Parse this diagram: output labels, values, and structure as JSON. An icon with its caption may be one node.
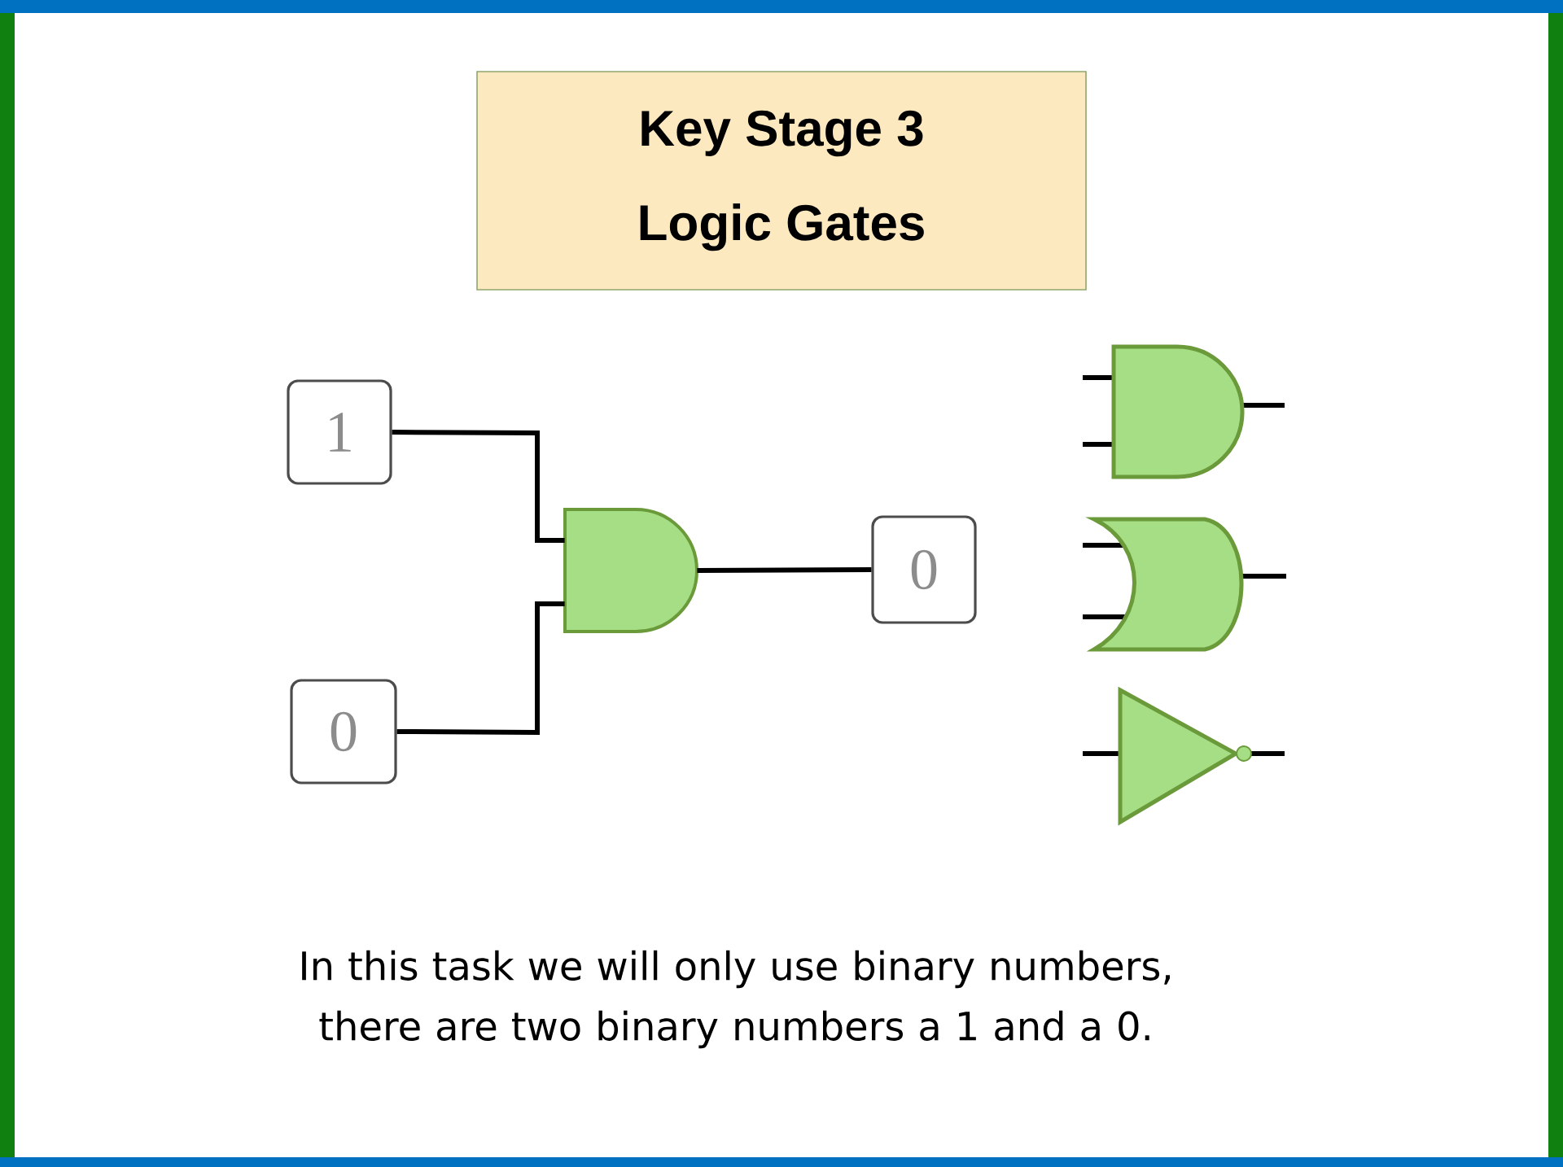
{
  "diagram": {
    "nodes": [
      {
        "text": [
          "Key Stage 3",
          "Logic Gates"
        ]
      },
      {
        "text": [
          "1"
        ]
      },
      {
        "text": [
          "0"
        ]
      },
      {
        "text": [],
        "shape": "gate"
      },
      {
        "text": [
          "0"
        ]
      }
    ],
    "edges": [
      {
        "from": 1,
        "to": 3,
        "arrow": "none"
      },
      {
        "from": 2,
        "to": 3,
        "arrow": "none"
      },
      {
        "from": 3,
        "to": 4,
        "arrow": "none"
      }
    ],
    "labels": [
      "In this task we will only use binary numbers, there are two binary numbers a 1 and a 0."
    ]
  }
}
